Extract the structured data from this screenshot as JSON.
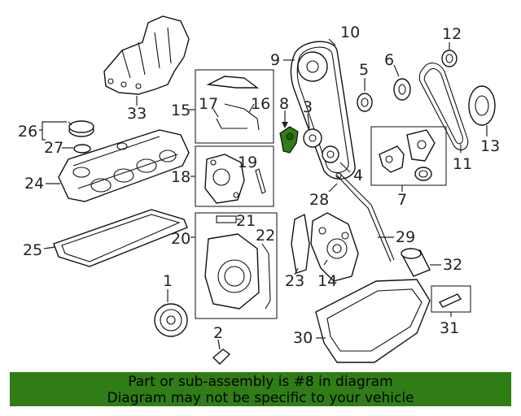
{
  "banner": {
    "line1": "Part or sub-assembly is #8 in diagram",
    "line2": "Diagram may not be specific to your vehicle",
    "color": "#2f7d14"
  },
  "highlight_color": "#2f7d14",
  "callouts": {
    "c1": "1",
    "c2": "2",
    "c3": "3",
    "c4": "4",
    "c5": "5",
    "c6": "6",
    "c7": "7",
    "c8": "8",
    "c9": "9",
    "c10": "10",
    "c11": "11",
    "c12": "12",
    "c13": "13",
    "c14": "14",
    "c15": "15",
    "c16": "16",
    "c17": "17",
    "c18": "18",
    "c19": "19",
    "c20": "20",
    "c21": "21",
    "c22": "22",
    "c23": "23",
    "c24": "24",
    "c25": "25",
    "c26": "26",
    "c27": "27",
    "c28": "28",
    "c29": "29",
    "c30": "30",
    "c31": "31",
    "c32": "32",
    "c33": "33"
  }
}
